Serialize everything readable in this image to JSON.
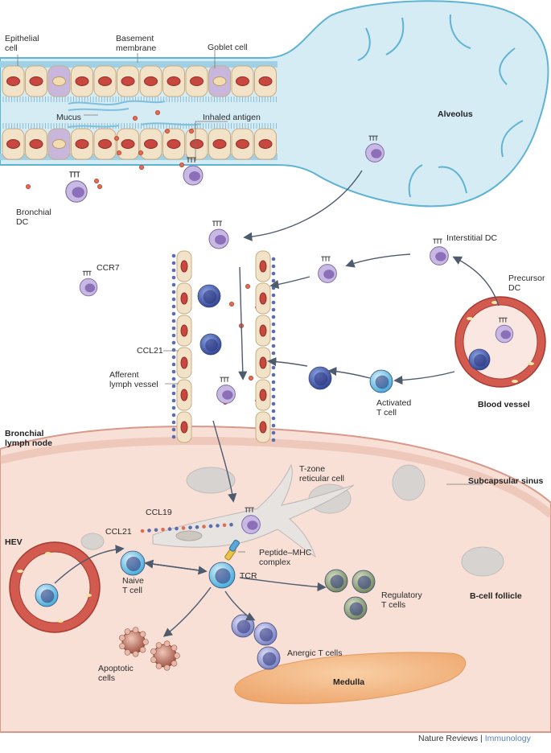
{
  "labels": {
    "epithelial_cell": "Epithelial\ncell",
    "basement_membrane": "Basement\nmembrane",
    "goblet_cell": "Goblet cell",
    "mucus": "Mucus",
    "inhaled_antigen": "Inhaled antigen",
    "alveolus": "Alveolus",
    "bronchial_dc": "Bronchial\nDC",
    "interstitial_dc": "Interstitial DC",
    "precursor_dc": "Precursor\nDC",
    "ccr7": "CCR7",
    "ccl21_top": "CCL21",
    "afferent_lymph_vessel": "Afferent\nlymph vessel",
    "activated_t_cell": "Activated\nT cell",
    "blood_vessel": "Blood vessel",
    "bronchial_lymph_node": "Bronchial\nlymph node",
    "t_zone_reticular_cell": "T-zone\nreticular cell",
    "subcapsular_sinus": "Subcapsular sinus",
    "ccl19": "CCL19",
    "ccl21_bottom": "CCL21",
    "hev": "HEV",
    "peptide_mhc_complex": "Peptide–MHC\ncomplex",
    "tcr": "TCR",
    "naive_t_cell": "Naive\nT cell",
    "regulatory_t_cells": "Regulatory\nT cells",
    "b_cell_follicle": "B-cell follicle",
    "anergic_t_cells": "Anergic T cells",
    "apoptotic_cells": "Apoptotic\ncells",
    "medulla": "Medulla"
  },
  "footer": {
    "publisher": "Nature Reviews",
    "separator": " | ",
    "journal": "Immunology"
  },
  "colors": {
    "airway_fill": "#d6ecf5",
    "airway_edge": "#5fb3d3",
    "epithelial_cell": "#f1e2c8",
    "nucleus_red": "#c8473f",
    "goblet_cell": "#c9b6dd",
    "dendritic_cell": "#b49fd3",
    "lymph_node_fill": "#f8e0d6",
    "lymph_node_edge": "#d9988a",
    "blood_vessel_wall": "#d25a4f",
    "t_cell_blue": "#4d6cc0",
    "naive_t_cell": "#7ccaea",
    "regulatory_t_cell": "#9caf86",
    "anergic_t_cell": "#a4a9dc",
    "apoptotic_cell": "#c78a7d",
    "medulla": "#f2b57e",
    "arrow": "#4e5b6e",
    "journal_link": "#5a7fb8"
  }
}
